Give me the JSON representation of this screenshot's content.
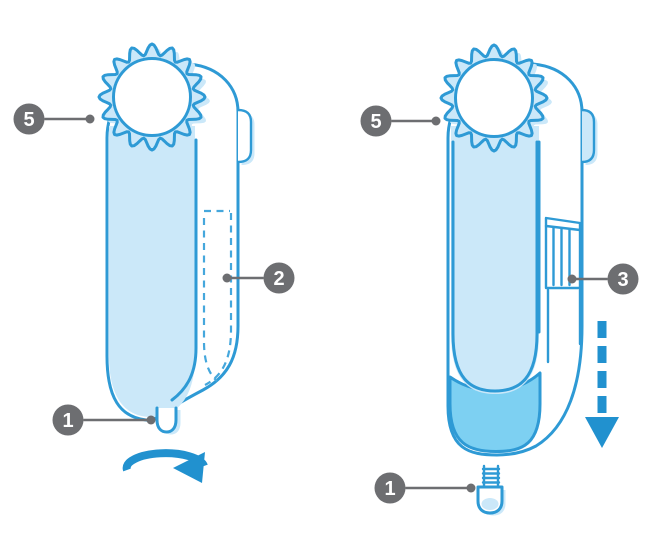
{
  "figure": {
    "type": "device-instruction-diagram",
    "colors": {
      "outline": "#2E9AD5",
      "fill_light": "#CBE8F9",
      "fill_medium": "#7DD0F2",
      "dash": "#45A7DC",
      "arrow": "#2191CF",
      "callout_bg": "#6D6E71",
      "callout_text": "#FFFFFF",
      "background": "#FFFFFF"
    },
    "left_panel": {
      "callouts": {
        "cap": "5",
        "door": "2",
        "plug": "1"
      }
    },
    "right_panel": {
      "callouts": {
        "cap": "5",
        "vent": "3",
        "plug": "1"
      }
    }
  }
}
